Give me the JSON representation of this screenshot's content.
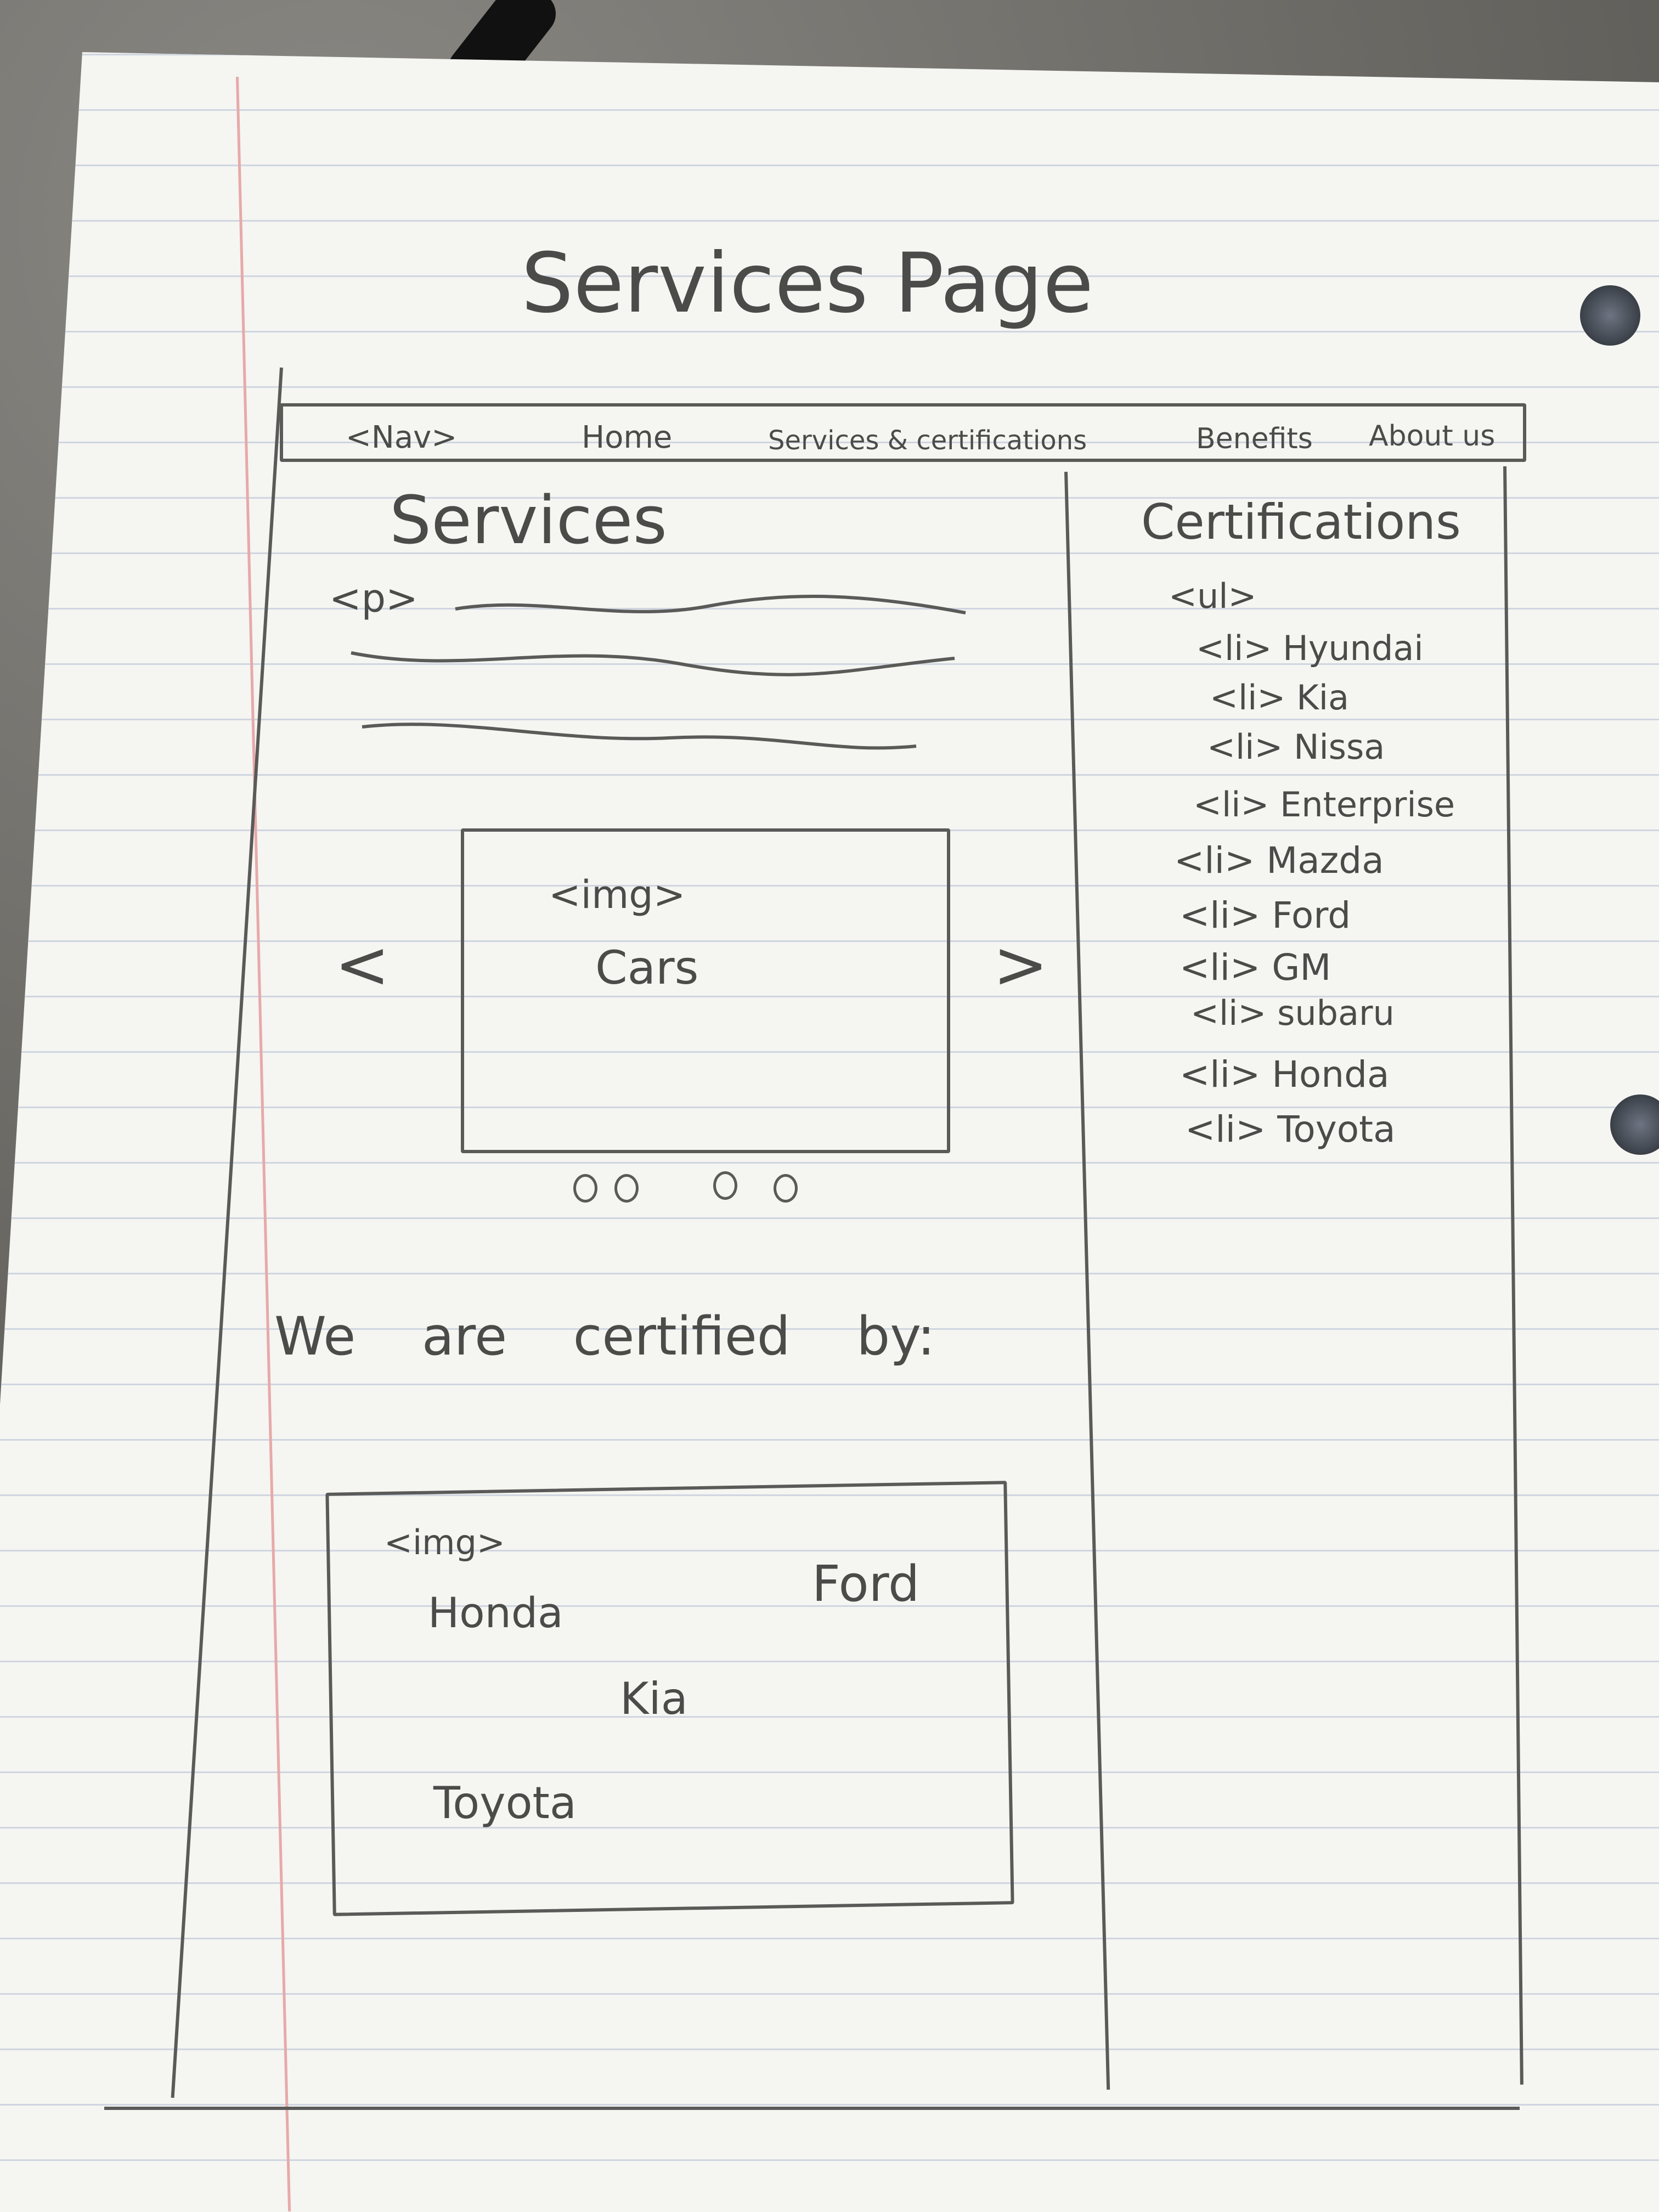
{
  "page_title": "Services Page",
  "nav": {
    "tag": "<Nav>",
    "items": [
      "Home",
      "Services & certifications",
      "Benefits",
      "About us"
    ]
  },
  "services": {
    "heading": "Services",
    "p_tag": "<p>",
    "carousel": {
      "img_tag": "<img>",
      "caption": "Cars",
      "prev_glyph": "<",
      "next_glyph": ">",
      "dot_count": 4
    }
  },
  "certifications": {
    "heading": "Certifications",
    "ul_tag": "<ul>",
    "li_tag": "<li>",
    "items": [
      "Hyundai",
      "Kia",
      "Nissa",
      "Enterprise",
      "Mazda",
      "Ford",
      "GM",
      "subaru",
      "Honda",
      "Toyota"
    ]
  },
  "certified_by": {
    "heading": "We are certified by:",
    "img_tag": "<img>",
    "brands": [
      "Honda",
      "Ford",
      "Kia",
      "Toyota"
    ]
  }
}
